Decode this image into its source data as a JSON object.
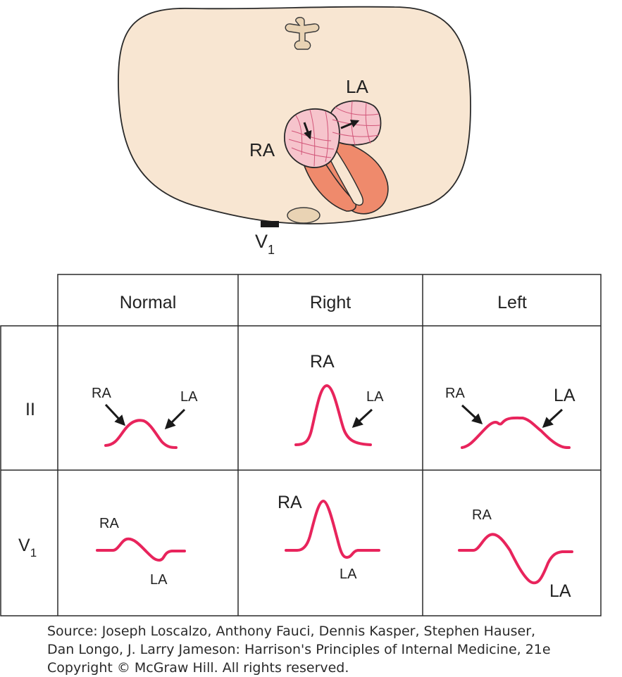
{
  "diagram": {
    "atrium_labels": {
      "right": "RA",
      "left": "LA"
    },
    "lead_marker": {
      "letter": "V",
      "subscript": "1"
    }
  },
  "table": {
    "columns": [
      "Normal",
      "Right",
      "Left"
    ],
    "rows": [
      {
        "lead": "II",
        "lead_sub": ""
      },
      {
        "lead": "V",
        "lead_sub": "1"
      }
    ],
    "wave_labels": {
      "ra": "RA",
      "la": "LA"
    }
  },
  "source": {
    "line1": "Source: Joseph Loscalzo, Anthony Fauci, Dennis Kasper, Stephen Hauser,",
    "line2": "Dan Longo, J. Larry Jameson: Harrison's Principles of Internal Medicine, 21e",
    "line3": "Copyright © McGraw Hill. All rights reserved."
  },
  "colors": {
    "wave": "#e8245c",
    "torso": "#f8e6d2",
    "atria": "#f6c4cc",
    "ventricles": "#ef8a6c",
    "spine": "#e9d3b4"
  }
}
